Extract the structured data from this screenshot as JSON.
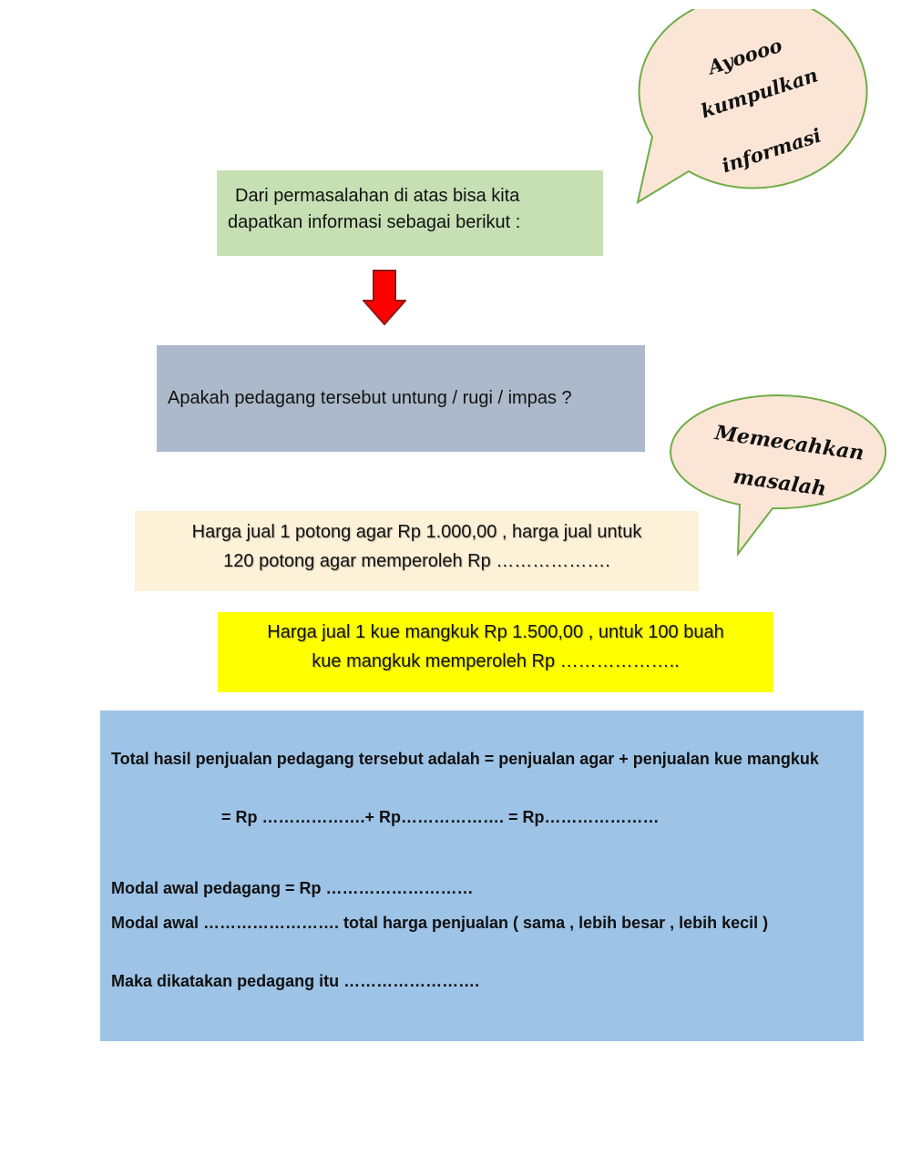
{
  "bubble_info": {
    "line1": "Ayoooo",
    "line2": "kumpulkan",
    "line3": "informasi"
  },
  "info_box": {
    "line1": "Dari permasalahan di atas bisa kita",
    "line2": "dapatkan informasi sebagai berikut :"
  },
  "question_box": {
    "text": "Apakah pedagang tersebut untung / rugi / impas ?"
  },
  "bubble_solve": {
    "line1": "Memecahkan",
    "line2": "masalah"
  },
  "agar_box": {
    "line1": "Harga jual  1 potong agar  Rp 1.000,00 , harga jual untuk",
    "line2": "120 potong agar memperoleh Rp ………………."
  },
  "kue_box": {
    "line1": "Harga jual  1 kue mangkuk  Rp 1.500,00 , untuk 100 buah",
    "line2": "kue mangkuk memperoleh Rp ……………….."
  },
  "summary": {
    "total_line": "Total hasil penjualan pedagang tersebut adalah = penjualan agar + penjualan kue mangkuk",
    "equation_line": "= Rp ……………….+   Rp………………. = Rp…………………",
    "modal_line": "Modal awal pedagang = Rp ………………………",
    "compare_line": "Modal awal ……………………. total harga penjualan ( sama , lebih besar , lebih kecil )",
    "conclusion_line": "Maka dikatakan pedagang itu ……………………."
  },
  "colors": {
    "info_box_bg": "#c6e0b4",
    "question_box_bg": "#acb9ca",
    "agar_box_bg": "#fdf1d8",
    "kue_box_bg": "#ffff00",
    "summary_box_bg": "#9dc3e6",
    "bubble_fill": "#fbe5d6",
    "bubble_stroke": "#70ad47",
    "arrow_fill": "#ff0000"
  },
  "icons": {
    "arrow": "down-arrow-icon",
    "bubble": "speech-bubble-icon"
  }
}
